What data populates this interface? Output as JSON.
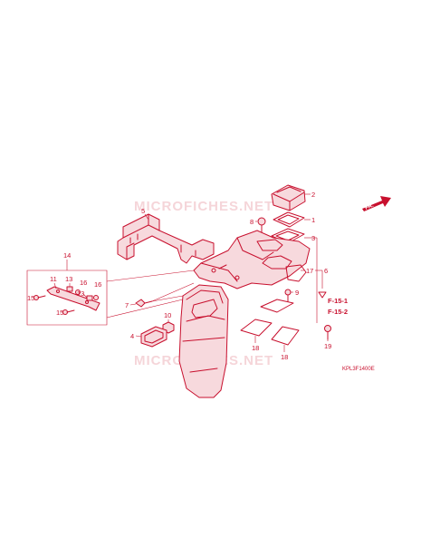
{
  "watermark": "MICROFICHES.NET",
  "direction_label": "FR.",
  "diagram_code": "KPL3F1400E",
  "refs": [
    "F-15-1",
    "F-15-2"
  ],
  "callouts": {
    "c1": "1",
    "c2": "2",
    "c3": "3",
    "c4": "4",
    "c5": "5",
    "c6": "6",
    "c7": "7",
    "c8": "8",
    "c9": "9",
    "c10": "10",
    "c11": "11",
    "c13": "13",
    "c14": "14",
    "c15a": "15",
    "c15b": "15",
    "c16a": "16",
    "c16b": "16",
    "c17": "17",
    "c18a": "18",
    "c18b": "18",
    "c19": "19"
  },
  "colors": {
    "line": "#c8102e",
    "fill": "#f7d9dd",
    "watermark": "#f2c4c9"
  }
}
